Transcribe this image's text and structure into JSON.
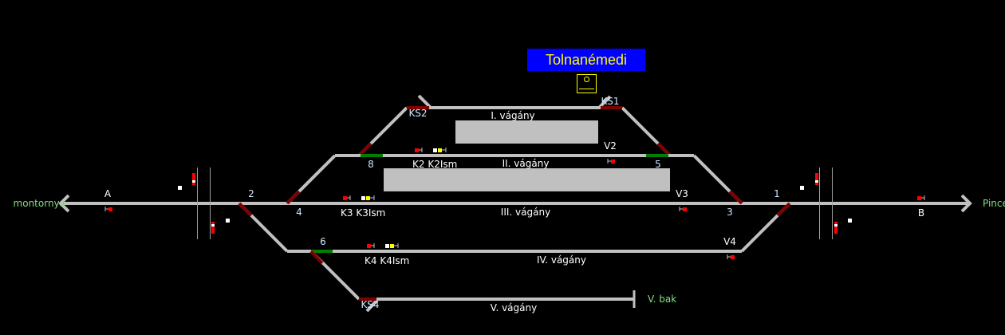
{
  "station": {
    "name": "Tolnanémedi"
  },
  "directions": {
    "left": "montornya",
    "right": "Pince",
    "buffer": "V. bak"
  },
  "tracks": [
    "I. vágány",
    "II. vágány",
    "III. vágány",
    "IV. vágány",
    "V. vágány"
  ],
  "switches": [
    "1",
    "2",
    "3",
    "4",
    "5",
    "6",
    "8"
  ],
  "derailers": [
    "KS1",
    "KS2",
    "KS4"
  ],
  "signals": {
    "A": "A",
    "B": "B",
    "V2": "V2",
    "V3": "V3",
    "V4": "V4",
    "K2": "K2 K2Ism",
    "K3": "K3 K3Ism",
    "K4": "K4 K4Ism"
  },
  "colors": {
    "track": "#c0c0c0",
    "occupied": "#800000",
    "route": "#008000",
    "title_bg": "#0000ff",
    "title_fg": "#ffff00"
  }
}
